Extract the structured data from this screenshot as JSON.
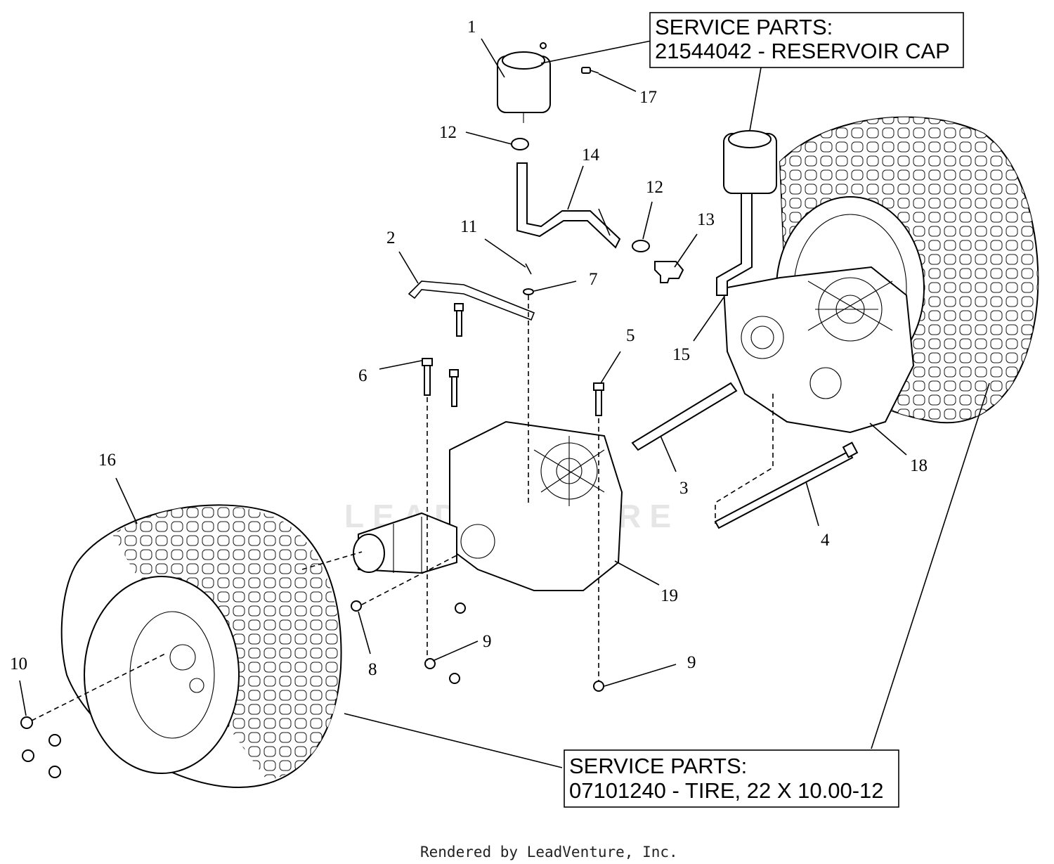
{
  "callouts": {
    "c1": "1",
    "c2": "2",
    "c3": "3",
    "c4": "4",
    "c5": "5",
    "c6": "6",
    "c7": "7",
    "c8": "8",
    "c9a": "9",
    "c9b": "9",
    "c10": "10",
    "c11": "11",
    "c12a": "12",
    "c12b": "12",
    "c13": "13",
    "c14": "14",
    "c15": "15",
    "c16": "16",
    "c17": "17",
    "c18": "18",
    "c19": "19"
  },
  "service_boxes": {
    "reservoir": {
      "line1": "SERVICE PARTS:",
      "line2": "21544042 - RESERVOIR CAP"
    },
    "tire": {
      "line1": "SERVICE PARTS:",
      "line2": "07101240 - TIRE, 22 X 10.00-12"
    }
  },
  "watermark": "LEADVENTURE",
  "footer": "Rendered by LeadVenture, Inc."
}
